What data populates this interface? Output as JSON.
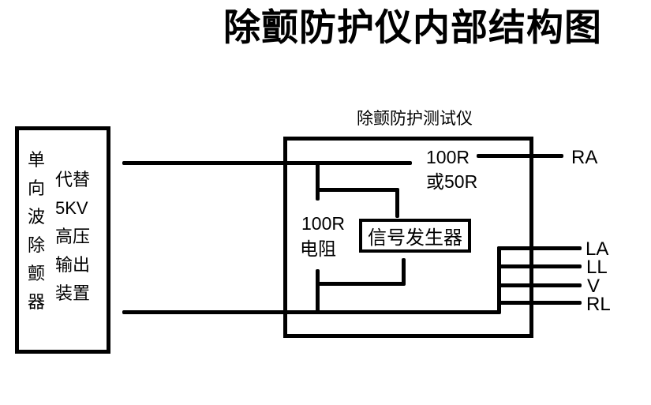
{
  "title": "除颤防护仪内部结构图",
  "colors": {
    "ink": "#000000",
    "background": "#ffffff"
  },
  "defibrillator_box": {
    "vertical_label": "单向波除颤器",
    "lines": [
      "代替",
      "5KV",
      "高压",
      "输出",
      "装置"
    ]
  },
  "tester_box": {
    "label": "除颤防护测试仪",
    "resistor_top_line1": "100R",
    "resistor_top_line2": "或50R",
    "resistor_left_line1": "100R",
    "resistor_left_line2": "电阻",
    "signal_generator_label": "信号发生器"
  },
  "terminals": {
    "ra": "RA",
    "la": "LA",
    "ll": "LL",
    "v": "V",
    "rl": "RL"
  }
}
